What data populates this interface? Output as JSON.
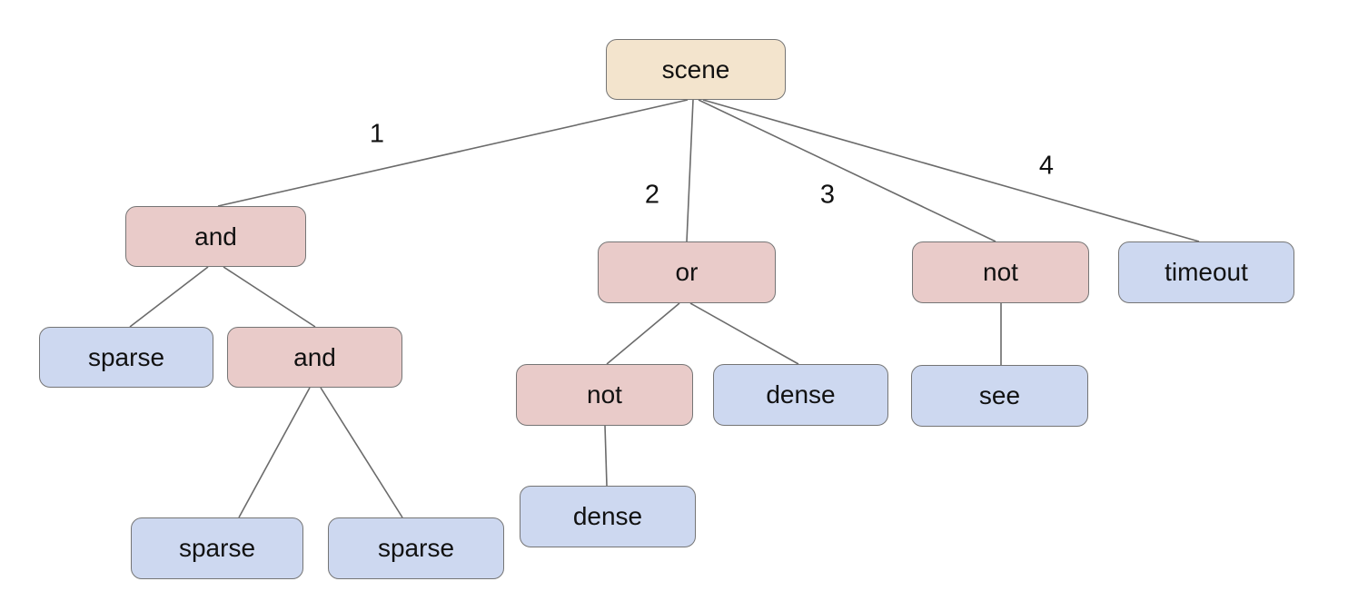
{
  "colors": {
    "background": "#ffffff",
    "root-fill": "#f3e4cd",
    "operator-fill": "#e9cbc9",
    "leaf-fill": "#cdd8f0",
    "node-border": "#757575",
    "edge-line": "#6b6b6b",
    "text": "#111111"
  },
  "diagram": {
    "type": "tree",
    "root": "scene",
    "nodes": {
      "scene": {
        "label": "scene",
        "type": "root"
      },
      "and1": {
        "label": "and",
        "type": "operator"
      },
      "or1": {
        "label": "or",
        "type": "operator"
      },
      "not1": {
        "label": "not",
        "type": "operator"
      },
      "timeout1": {
        "label": "timeout",
        "type": "leaf"
      },
      "sparse1": {
        "label": "sparse",
        "type": "leaf"
      },
      "and2": {
        "label": "and",
        "type": "operator"
      },
      "not2": {
        "label": "not",
        "type": "operator"
      },
      "dense1": {
        "label": "dense",
        "type": "leaf"
      },
      "see1": {
        "label": "see",
        "type": "leaf"
      },
      "sparse2": {
        "label": "sparse",
        "type": "leaf"
      },
      "sparse3": {
        "label": "sparse",
        "type": "leaf"
      },
      "dense2": {
        "label": "dense",
        "type": "leaf"
      }
    },
    "edges": [
      {
        "from": "scene",
        "to": "and1",
        "label": "1"
      },
      {
        "from": "scene",
        "to": "or1",
        "label": "2"
      },
      {
        "from": "scene",
        "to": "not1",
        "label": "3"
      },
      {
        "from": "scene",
        "to": "timeout1",
        "label": "4"
      },
      {
        "from": "and1",
        "to": "sparse1"
      },
      {
        "from": "and1",
        "to": "and2"
      },
      {
        "from": "and2",
        "to": "sparse2"
      },
      {
        "from": "and2",
        "to": "sparse3"
      },
      {
        "from": "or1",
        "to": "not2"
      },
      {
        "from": "or1",
        "to": "dense1"
      },
      {
        "from": "not2",
        "to": "dense2"
      },
      {
        "from": "not1",
        "to": "see1"
      }
    ]
  }
}
